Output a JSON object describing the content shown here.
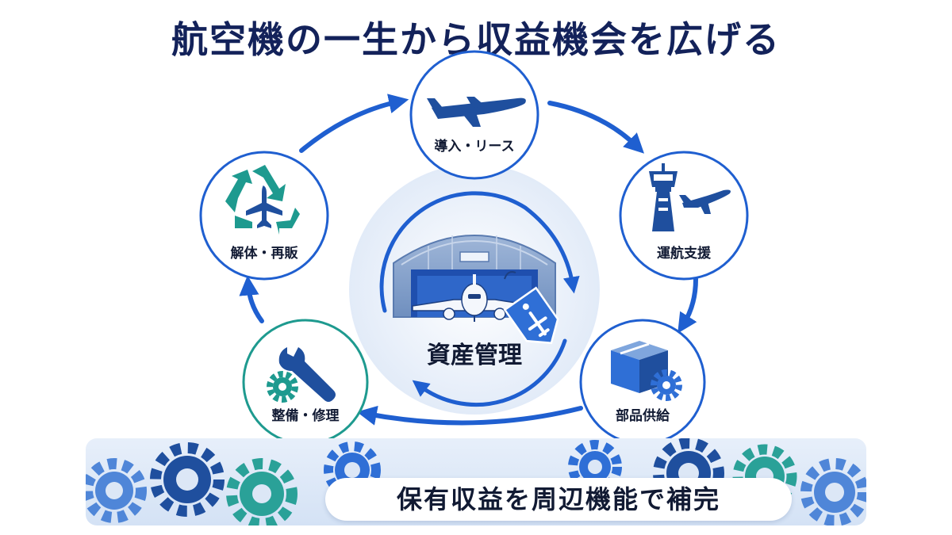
{
  "title": "航空機の一生から収益機会を広げる",
  "center": {
    "label": "資産管理",
    "icons": [
      "hangar-icon",
      "airplane-icon",
      "tag-icon"
    ]
  },
  "cycle": [
    {
      "id": "lease",
      "label": "導入・リース",
      "icon": "airplane-icon",
      "color": "#1f4f9e"
    },
    {
      "id": "operation",
      "label": "運航支援",
      "icon": "control-tower-icon",
      "color": "#1f4f9e"
    },
    {
      "id": "parts",
      "label": "部品供給",
      "icon": "box-gear-icon",
      "color": "#1f4f9e"
    },
    {
      "id": "maintenance",
      "label": "整備・修理",
      "icon": "wrench-gear-icon",
      "color": "#1e8f8a"
    },
    {
      "id": "dismantle",
      "label": "解体・再販",
      "icon": "recycle-airplane-icon",
      "color": "#1e8f8a"
    }
  ],
  "footer": {
    "label": "保有収益を周辺機能で補完",
    "icon": "gears-icon"
  },
  "colors": {
    "title": "#13225a",
    "accent_blue": "#1f5fd0",
    "navy": "#1f4f9e",
    "teal": "#1e8f8a",
    "band": "#dce7f6"
  }
}
